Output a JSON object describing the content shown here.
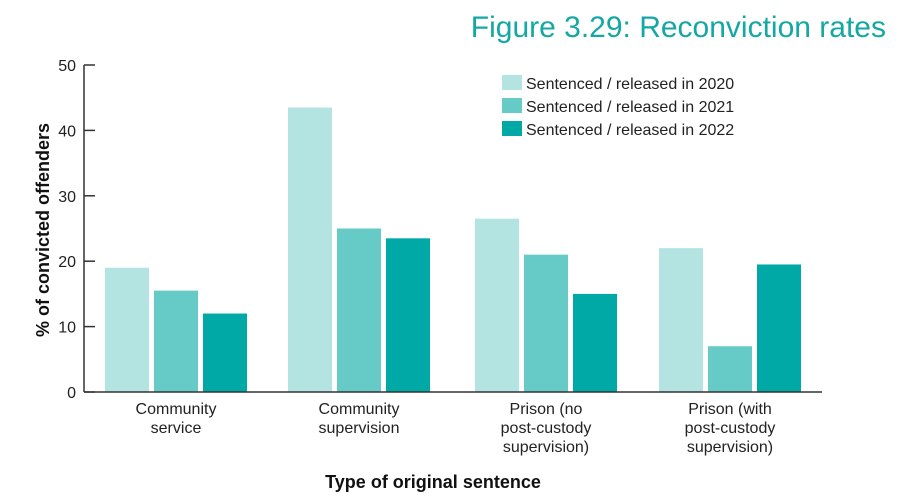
{
  "chart_data": {
    "type": "bar",
    "title": "Figure 3.29: Reconviction rates",
    "xlabel": "Type of original sentence",
    "ylabel": "% of convicted offenders",
    "ylim": [
      0,
      50
    ],
    "yticks": [
      0,
      10,
      20,
      30,
      40,
      50
    ],
    "categories": [
      [
        "Community",
        "service"
      ],
      [
        "Community",
        "supervision"
      ],
      [
        "Prison (no",
        "post-custody",
        "supervision)"
      ],
      [
        "Prison (with",
        "post-custody",
        "supervision)"
      ]
    ],
    "series": [
      {
        "name": "Sentenced / released in 2020",
        "color": "#b3e4e2",
        "values": [
          19,
          43.5,
          26.5,
          22
        ]
      },
      {
        "name": "Sentenced / released in 2021",
        "color": "#66cac6",
        "values": [
          15.5,
          25,
          21,
          7
        ]
      },
      {
        "name": "Sentenced / released in 2022",
        "color": "#00a9a6",
        "values": [
          12,
          23.5,
          15,
          19.5
        ]
      }
    ],
    "legend": "top-right",
    "grid": false,
    "title_color": "#13a8a3"
  }
}
